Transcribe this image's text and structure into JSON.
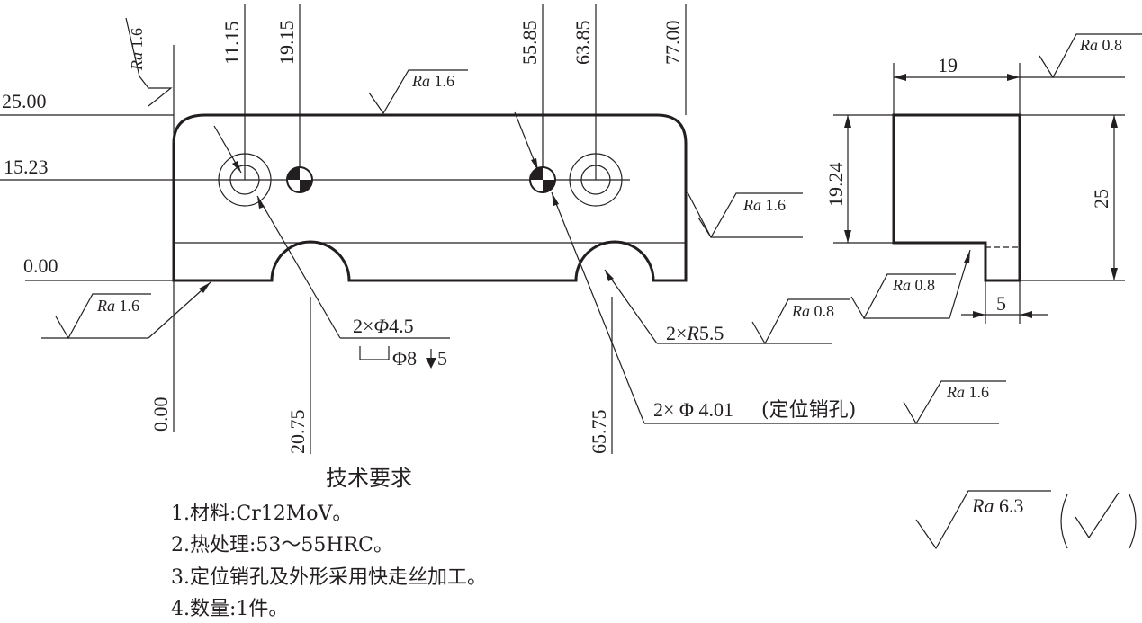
{
  "front_view": {
    "x_dims": [
      {
        "id": "x0",
        "label": "0.00"
      },
      {
        "id": "x1115",
        "label": "11.15"
      },
      {
        "id": "x1915",
        "label": "19.15"
      },
      {
        "id": "x2075",
        "label": "20.75"
      },
      {
        "id": "x5585",
        "label": "55.85"
      },
      {
        "id": "x6385",
        "label": "63.85"
      },
      {
        "id": "x6575",
        "label": "65.75"
      },
      {
        "id": "x77",
        "label": "77.00"
      }
    ],
    "y_dims": [
      {
        "id": "y25",
        "label": "25.00"
      },
      {
        "id": "y1523",
        "label": "15.23"
      },
      {
        "id": "y0",
        "label": "0.00"
      }
    ],
    "callouts": {
      "hole_count": "2×",
      "hole_sym": "Φ",
      "hole_dia": "4.5",
      "cbore_dia": "Φ8",
      "cbore_depth": "5",
      "radius_count": "2×",
      "radius_sym": "R",
      "radius_val": "5.5",
      "pin_hole": "2× Φ 4.01",
      "pin_hole_note": "(定位销孔)"
    }
  },
  "side_view": {
    "width": "19",
    "height": "25",
    "inner_height": "19.24",
    "step": "5"
  },
  "roughness": {
    "ra_label": "Ra",
    "values": {
      "top_left": "1.6",
      "top_mid": "1.6",
      "right": "1.6",
      "bottom_left": "1.6",
      "radius": "0.8",
      "pin": "1.6",
      "side_top": "0.8",
      "side_step": "0.8",
      "general": "6.3"
    }
  },
  "requirements": {
    "title": "技术要求",
    "items": [
      "1.材料:Cr12MoV。",
      "2.热处理:53～55HRC。",
      "3.定位销孔及外形采用快走丝加工。",
      "4.数量:1件。"
    ]
  }
}
